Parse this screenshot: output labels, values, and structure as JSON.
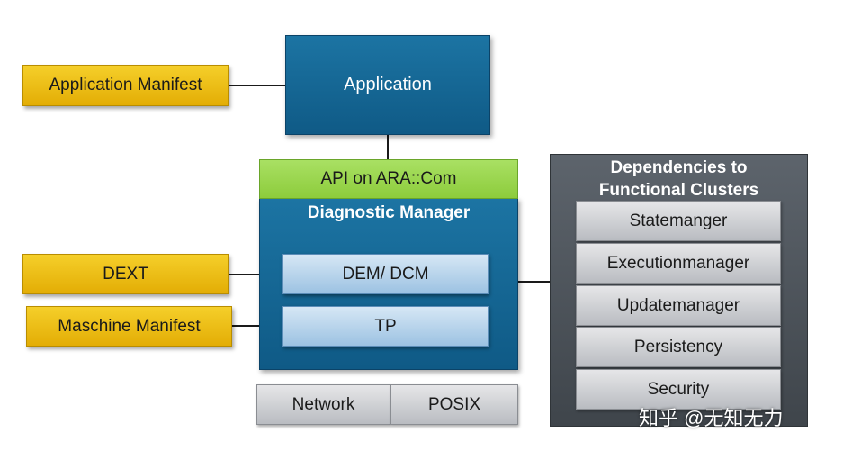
{
  "diagram": {
    "application": "Application",
    "application_manifest": "Application Manifest",
    "api": "API on ARA::Com",
    "diagnostic_manager_title": "Diagnostic Manager",
    "dem_dcm": "DEM/ DCM",
    "tp": "TP",
    "dext": "DEXT",
    "maschine_manifest": "Maschine Manifest",
    "network": "Network",
    "posix": "POSIX",
    "dependencies_title_line1": "Dependencies to",
    "dependencies_title_line2": "Functional Clusters",
    "dependencies": [
      "Statemanger",
      "Executionmanager",
      "Updatemanager",
      "Persistency",
      "Security"
    ]
  },
  "watermark": "知乎 @无知无力",
  "colors": {
    "manifest_yellow": "#f0c419",
    "component_blue": "#14689a",
    "api_green": "#9bd650",
    "dependency_panel": "#4d545b",
    "dependency_item": "#d3d5d8"
  }
}
